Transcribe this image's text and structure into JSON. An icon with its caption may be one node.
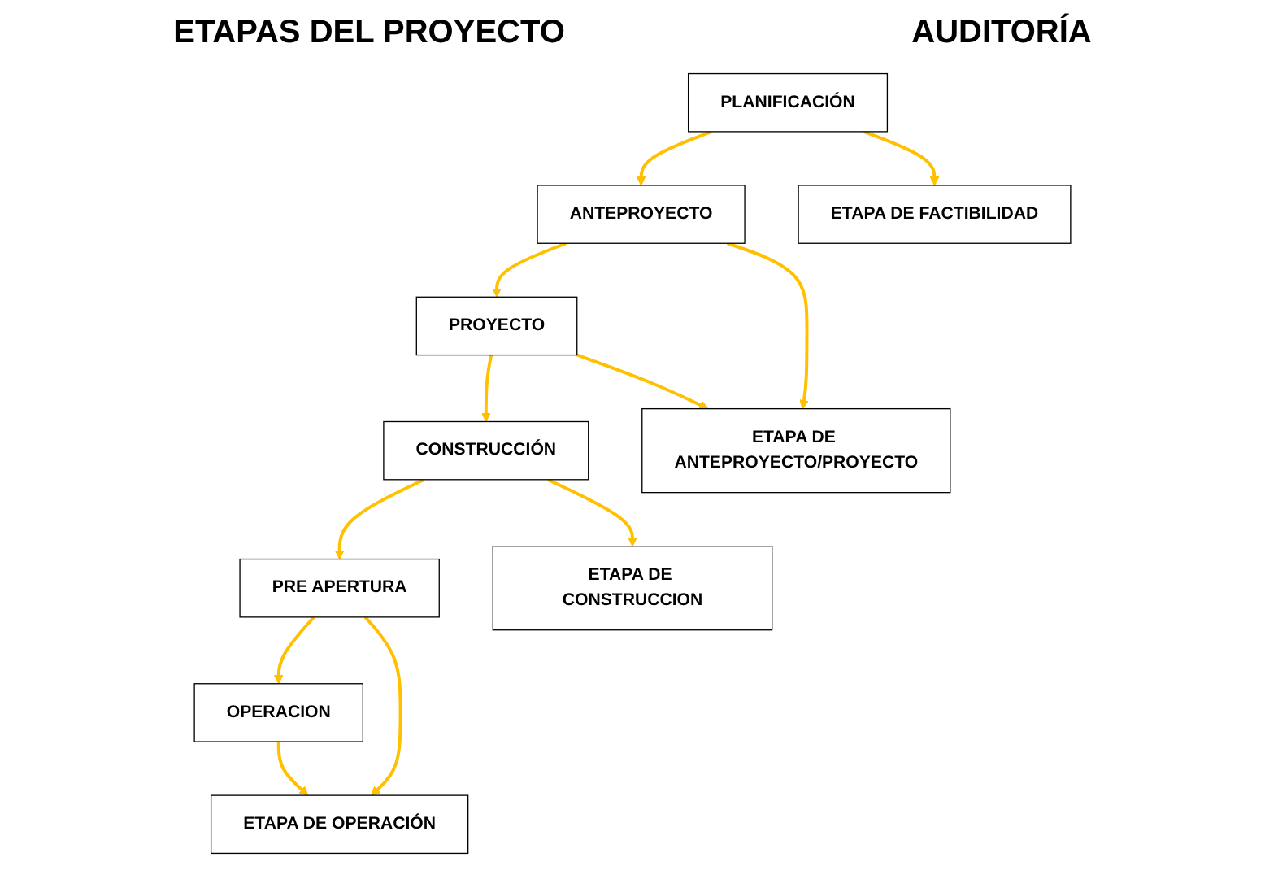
{
  "diagram": {
    "nodes": [
      {
        "text": [
          "PLANIFICACIÓN"
        ]
      },
      {
        "text": [
          "ANTEPROYECTO"
        ]
      },
      {
        "text": [
          "PROYECTO"
        ]
      },
      {
        "text": [
          "CONSTRUCCIÓN"
        ]
      },
      {
        "text": [
          "PRE APERTURA"
        ]
      },
      {
        "text": [
          "OPERACION"
        ]
      },
      {
        "text": [
          "ETAPA DE FACTIBILIDAD"
        ]
      },
      {
        "text": [
          "ETAPA DE ANTEPROYECTO/PROYECTO"
        ]
      },
      {
        "text": [
          "ETAPA DE CONSTRUCCION"
        ]
      },
      {
        "text": [
          "ETAPA DE OPERACIÓN"
        ]
      }
    ],
    "edges": [
      {
        "from": 0,
        "to": 1,
        "arrow": "to",
        "color": "#ffc000"
      },
      {
        "from": 1,
        "to": 2,
        "arrow": "to",
        "color": "#ffc000"
      },
      {
        "from": 2,
        "to": 3,
        "arrow": "to",
        "color": "#ffc000"
      },
      {
        "from": 3,
        "to": 4,
        "arrow": "to",
        "color": "#ffc000"
      },
      {
        "from": 4,
        "to": 5,
        "arrow": "to",
        "color": "#ffc000"
      },
      {
        "from": 0,
        "to": 6,
        "arrow": "to",
        "color": "#ffc000"
      },
      {
        "from": 1,
        "to": 7,
        "arrow": "to",
        "color": "#ffc000"
      },
      {
        "from": 2,
        "to": 7,
        "arrow": "to",
        "color": "#ffc000"
      },
      {
        "from": 3,
        "to": 8,
        "arrow": "to",
        "color": "#ffc000"
      },
      {
        "from": 4,
        "to": 9,
        "arrow": "to",
        "color": "#ffc000"
      },
      {
        "from": 5,
        "to": 9,
        "arrow": "to",
        "color": "#ffc000"
      }
    ],
    "labels": [
      "ETAPAS DEL PROYECTO",
      "AUDITORÍA"
    ]
  }
}
